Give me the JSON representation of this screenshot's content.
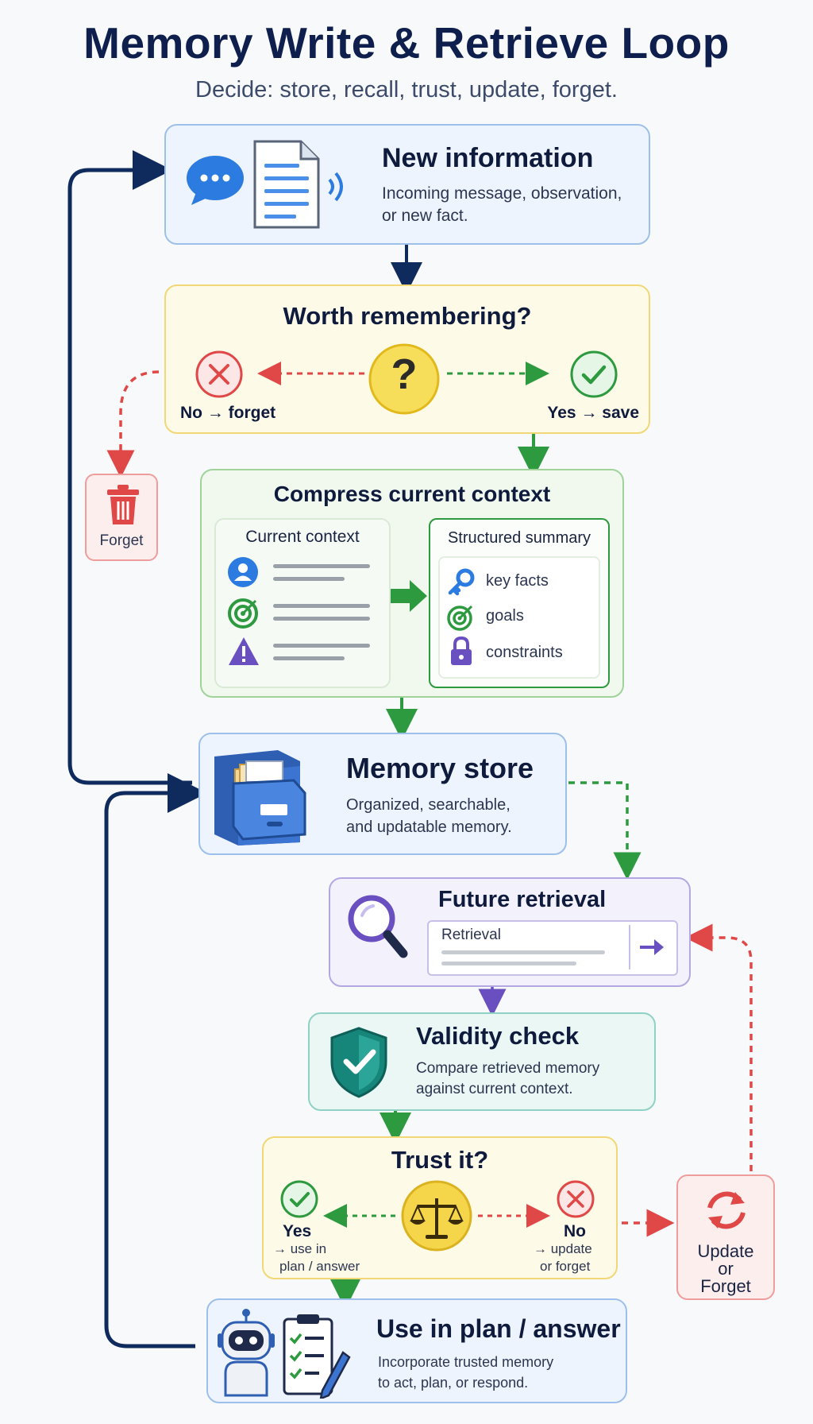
{
  "title": "Memory Write & Retrieve Loop",
  "subtitle": "Decide: store, recall, trust, update, forget.",
  "new_info": {
    "title": "New information",
    "desc1": "Incoming message, observation,",
    "desc2": "or new fact."
  },
  "worth": {
    "title": "Worth remembering?",
    "no_label": "No → forget",
    "yes_label": "Yes → save",
    "q": "?"
  },
  "forget_box": {
    "label": "Forget"
  },
  "compress": {
    "title": "Compress current context",
    "current_title": "Current context",
    "summary_title": "Structured summary",
    "items": [
      "key facts",
      "goals",
      "constraints"
    ]
  },
  "store": {
    "title": "Memory store",
    "desc1": "Organized, searchable,",
    "desc2": "and updatable memory."
  },
  "retrieval": {
    "title": "Future retrieval",
    "field": "Retrieval"
  },
  "validity": {
    "title": "Validity check",
    "desc1": "Compare retrieved memory",
    "desc2": "against current context."
  },
  "trust": {
    "title": "Trust it?",
    "yes": "Yes",
    "yes_d1": "→ use in",
    "yes_d2": "plan / answer",
    "no": "No",
    "no_d1": "→ update",
    "no_d2": "or forget"
  },
  "update_box": {
    "l1": "Update",
    "l2": "or",
    "l3": "Forget"
  },
  "use": {
    "title": "Use in plan / answer",
    "desc1": "Incorporate trusted memory",
    "desc2": "to act, plan, or respond."
  },
  "colors": {
    "navy": "#0f2a5c",
    "green": "#2e9a3f",
    "red": "#e04848",
    "purple": "#6a4fc0",
    "yellow": "#f5d64a"
  }
}
